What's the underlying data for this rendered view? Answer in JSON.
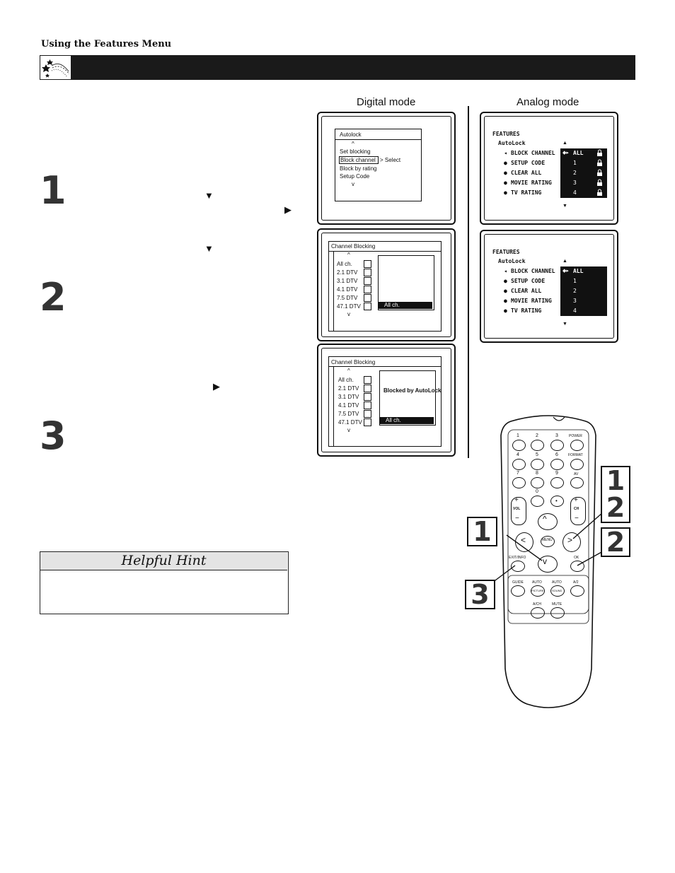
{
  "header": {
    "section_label": "Using the Features Menu"
  },
  "steps": [
    "1",
    "2",
    "3"
  ],
  "hint": {
    "title": "Helpful Hint"
  },
  "digital": {
    "title": "Digital mode",
    "menu": {
      "title": "Autolock",
      "up": "^",
      "items": [
        "Set blocking",
        "Block channel",
        "Block by rating",
        "Setup Code"
      ],
      "select_text": "> Select",
      "down": "v"
    },
    "blocking1": {
      "title": "Channel Blocking",
      "up": "^",
      "channels": [
        "All ch.",
        "2.1 DTV",
        "3.1 DTV",
        "4.1 DTV",
        "7.5 DTV",
        "47.1 DTV"
      ],
      "selected": "All ch.",
      "down": "v"
    },
    "blocking2": {
      "title": "Channel Blocking",
      "up": "^",
      "channels": [
        "All ch.",
        "2.1 DTV",
        "3.1 DTV",
        "4.1 DTV",
        "7.5 DTV",
        "47.1 DTV"
      ],
      "message": "Blocked by AutoLock",
      "selected": "All ch.",
      "down": "v"
    }
  },
  "analog": {
    "title": "Analog mode",
    "features": "FEATURES",
    "autolock": "AutoLock",
    "up_arrow": "▲",
    "down_arrow": "▼",
    "items": [
      "BLOCK CHANNEL",
      "SETUP CODE",
      "CLEAR ALL",
      "MOVIE RATING",
      "TV RATING"
    ],
    "values": [
      "ALL",
      "1",
      "2",
      "3",
      "4"
    ],
    "nav_marker": "◆▸"
  },
  "remote": {
    "num_buttons": [
      "1",
      "2",
      "3",
      "4",
      "5",
      "6",
      "7",
      "8",
      "9",
      "0",
      "•"
    ],
    "labels": {
      "power": "POWER",
      "format": "FORMAT",
      "av": "AV",
      "vol": "VOL",
      "ch": "CH",
      "menu": "MENU",
      "ok": "OK",
      "exit": "EXIT/INFO",
      "guide": "GUIDE",
      "auto1": "AUTO",
      "auto2": "AUTO",
      "picture": "PICTURE",
      "sound": "SOUND",
      "a2": "A/2",
      "ach": "A/CH",
      "mute": "MUTE"
    },
    "callouts": {
      "left_top": "1",
      "left_bottom": "3",
      "right_top": "1",
      "right_mid": "2",
      "right_bottom": "2"
    }
  },
  "icons": {
    "banner": "stars-icon",
    "down": "down-triangle-icon",
    "right": "right-triangle-icon",
    "lock": "lock-icon"
  }
}
